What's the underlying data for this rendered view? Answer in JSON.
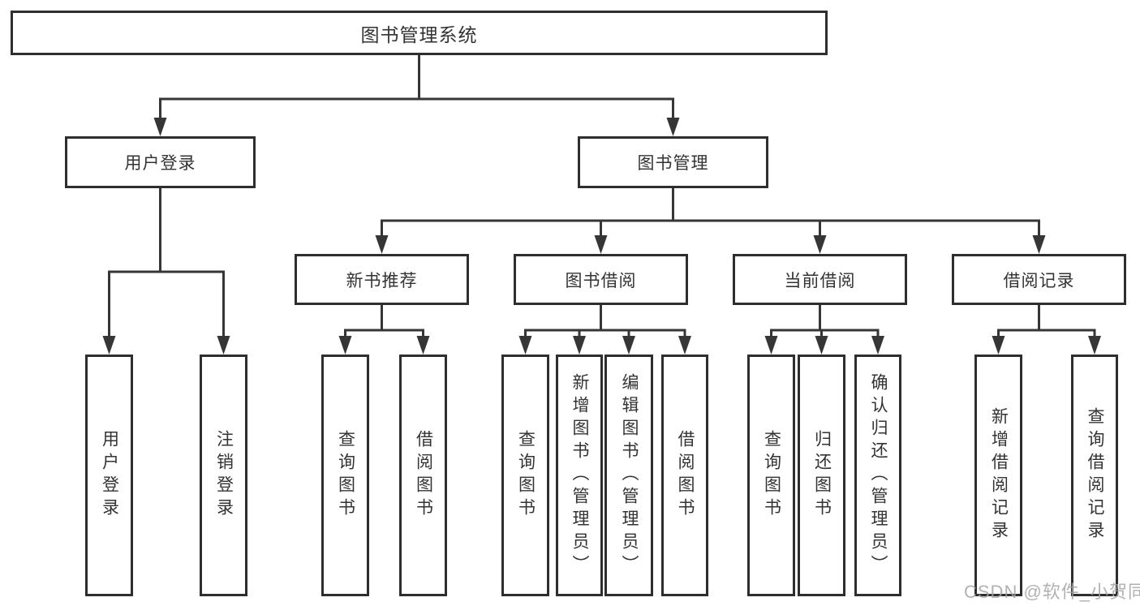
{
  "diagram": {
    "root": {
      "label": "图书管理系统",
      "children": [
        {
          "label": "用户登录",
          "children": [
            {
              "label": "用户登录"
            },
            {
              "label": "注销登录"
            }
          ]
        },
        {
          "label": "图书管理",
          "children": [
            {
              "label": "新书推荐",
              "children": [
                {
                  "label": "查询图书"
                },
                {
                  "label": "借阅图书"
                }
              ]
            },
            {
              "label": "图书借阅",
              "children": [
                {
                  "label": "查询图书"
                },
                {
                  "label": "新增图书（管理员）"
                },
                {
                  "label": "编辑图书（管理员）"
                },
                {
                  "label": "借阅图书"
                }
              ]
            },
            {
              "label": "当前借阅",
              "children": [
                {
                  "label": "查询图书"
                },
                {
                  "label": "归还图书"
                },
                {
                  "label": "确认归还（管理员）"
                }
              ]
            },
            {
              "label": "借阅记录",
              "children": [
                {
                  "label": "新增借阅记录"
                },
                {
                  "label": "查询借阅记录"
                }
              ]
            }
          ]
        }
      ]
    }
  },
  "watermark": "CSDN @软件_小贺同学",
  "colors": {
    "line": "#363636",
    "box_border": "#2e2e2e",
    "text": "#333333",
    "watermark": "#a5a5a5",
    "background": "#ffffff"
  }
}
